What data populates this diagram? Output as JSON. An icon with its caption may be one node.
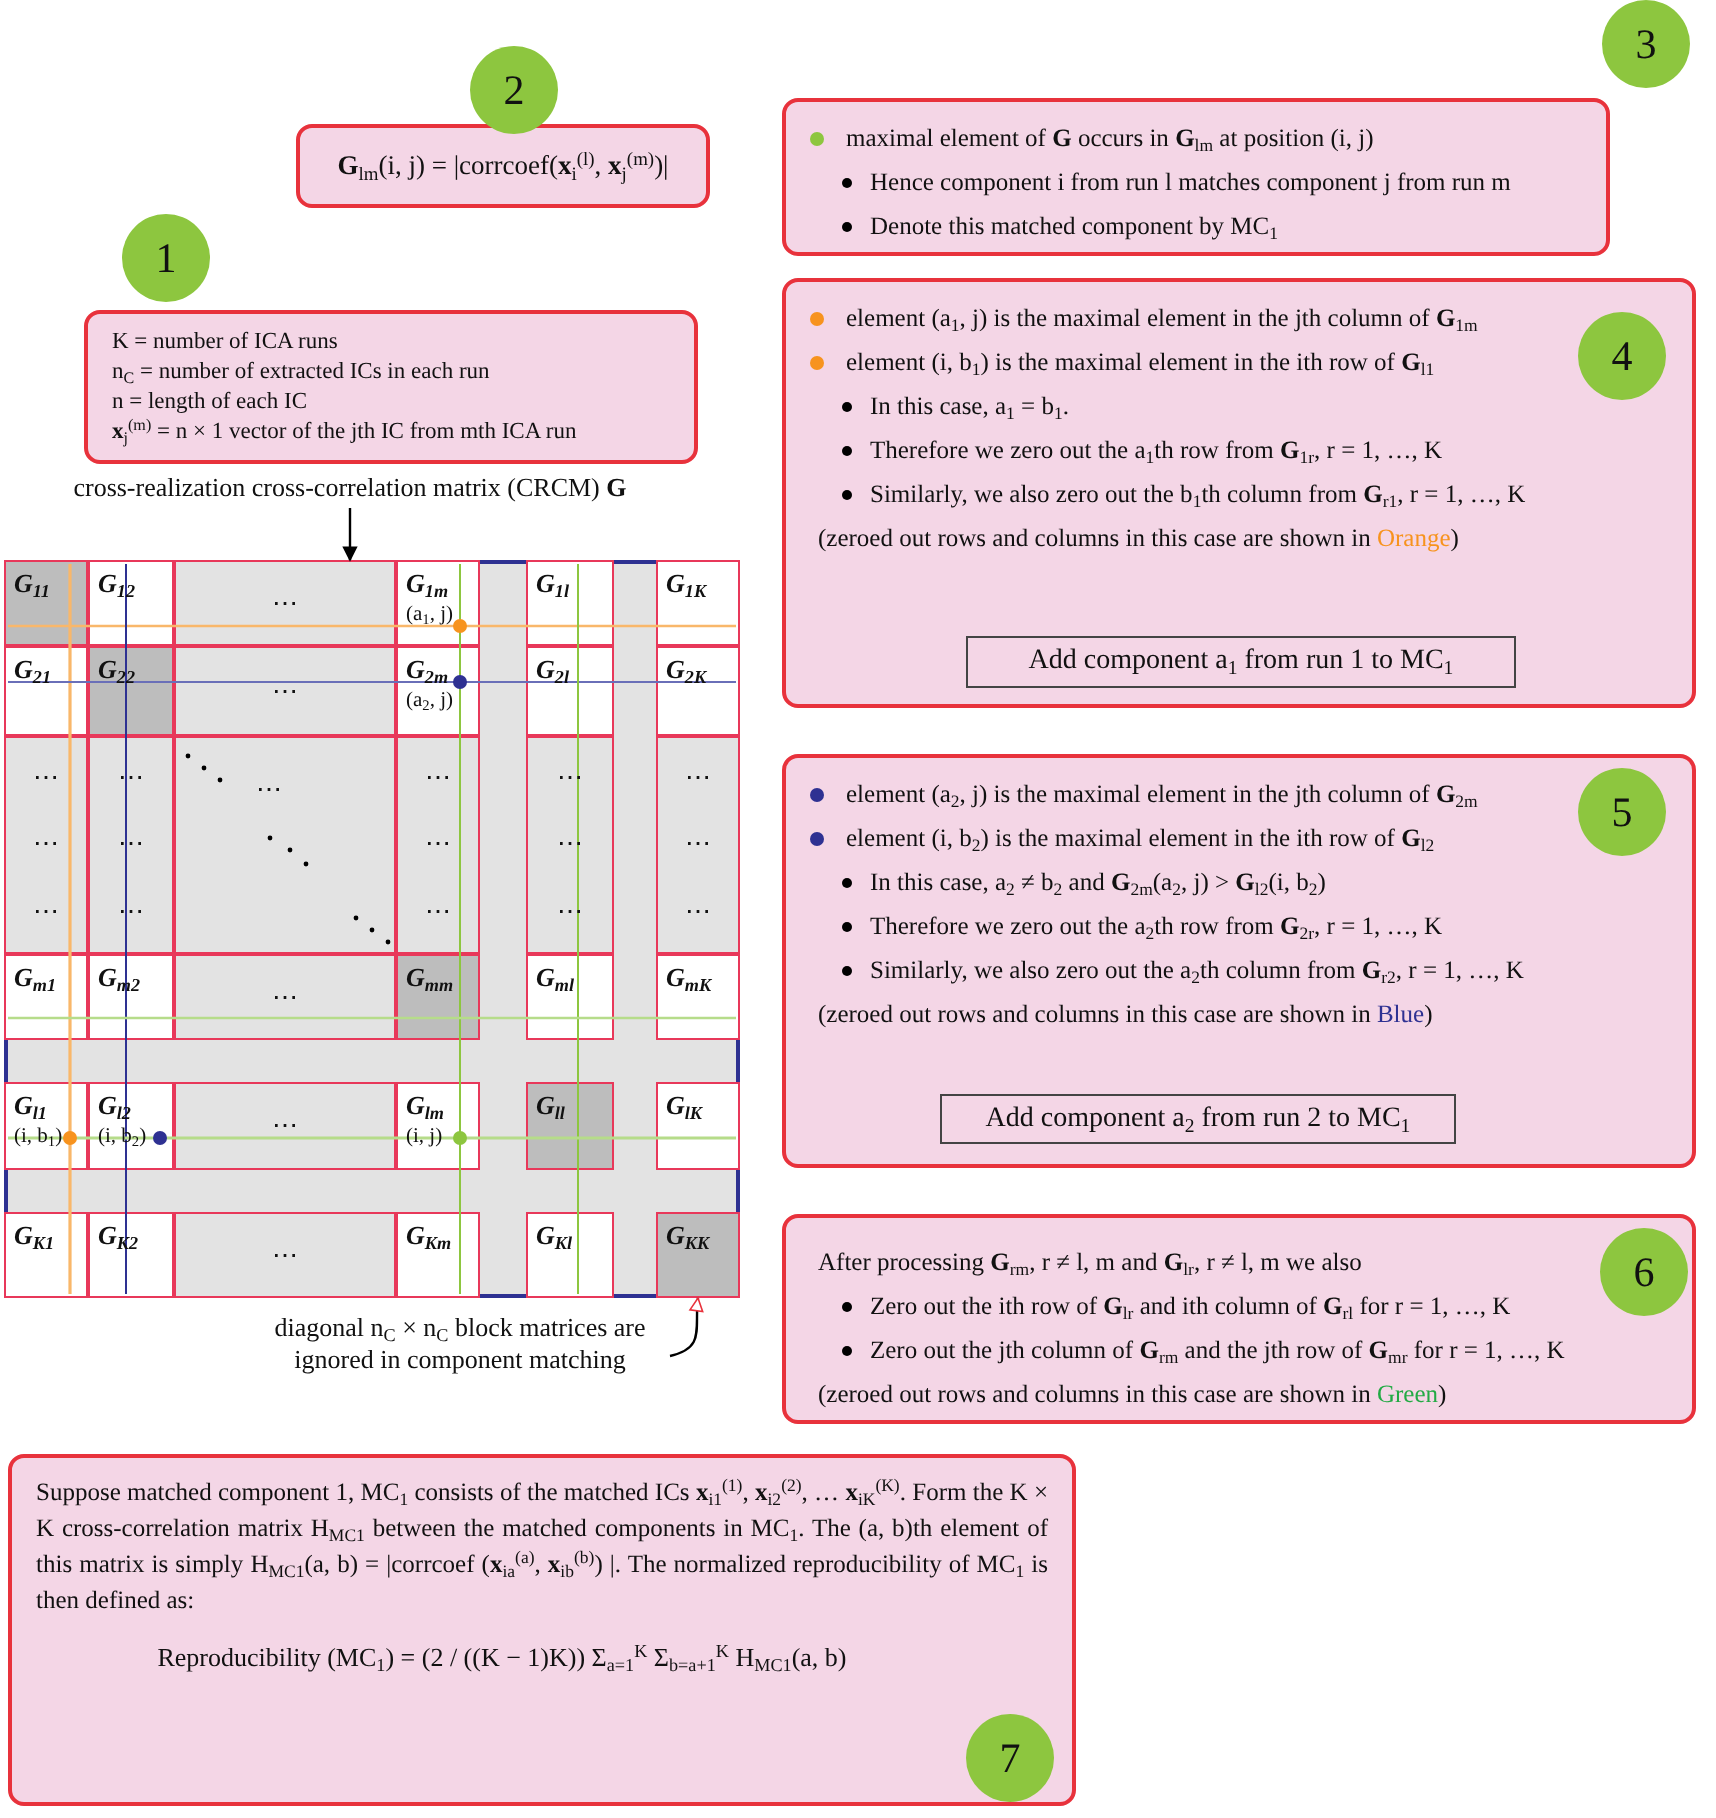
{
  "diagram": {
    "nodes": [
      {
        "text": [
          "2"
        ]
      },
      {
        "text": [
          "**G**$_{lm}$(i, j) = |corrcoef(**x**$_{i}$$^{(l)}$, **x**$_{j}$$^{(m)}$)|"
        ]
      },
      {
        "text": [
          "3"
        ]
      },
      {
        "text": [
          "maximal element of **G** occurs in **G**$_{lm}$ at position (i, j)",
          "Hence component i from run l matches component j from run m",
          "Denote this matched component by MC$_{1}$"
        ]
      },
      {
        "text": [
          "1"
        ]
      },
      {
        "text": [
          "K = number of ICA runs",
          "n$_{C}$ = number of extracted ICs in each run",
          "n = length of each IC",
          "**x**$_{j}$$^{(m)}$ = n × 1 vector of the jth IC from mth ICA run"
        ]
      },
      {
        "text": [
          "cross-realization cross-correlation matrix (CRCM) **G**"
        ]
      },
      {
        "text": [],
        "shape": "box"
      },
      {
        "text": [
          "G$_{11}$"
        ],
        "in": 7
      },
      {
        "text": [
          "G$_{12}$"
        ],
        "in": 7
      },
      {
        "text": [
          "⋯"
        ],
        "in": 7
      },
      {
        "text": [
          "G$_{1m}$",
          "(a$_{1}$, j)"
        ],
        "in": 7
      },
      {
        "text": [
          "G$_{1l}$"
        ],
        "in": 7
      },
      {
        "text": [
          "G$_{1K}$"
        ],
        "in": 7
      },
      {
        "text": [
          "G$_{21}$"
        ],
        "in": 7
      },
      {
        "text": [
          "G$_{22}$"
        ],
        "in": 7
      },
      {
        "text": [
          "⋯"
        ],
        "in": 7
      },
      {
        "text": [
          "G$_{2m}$",
          "(a$_{2}$, j)"
        ],
        "in": 7
      },
      {
        "text": [
          "G$_{2l}$"
        ],
        "in": 7
      },
      {
        "text": [
          "G$_{2K}$"
        ],
        "in": 7
      },
      {
        "text": [
          "⋯",
          "⋯",
          "⋯"
        ],
        "in": 7
      },
      {
        "text": [
          "⋯",
          "⋯",
          "⋯"
        ],
        "in": 7
      },
      {
        "text": [
          "⋯"
        ],
        "in": 7
      },
      {
        "text": [
          "⋯",
          "⋯",
          "⋯"
        ],
        "in": 7
      },
      {
        "text": [
          "⋯",
          "⋯",
          "⋯"
        ],
        "in": 7
      },
      {
        "text": [
          "⋯",
          "⋯",
          "⋯"
        ],
        "in": 7
      },
      {
        "text": [
          "G$_{m1}$"
        ],
        "in": 7
      },
      {
        "text": [
          "G$_{m2}$"
        ],
        "in": 7
      },
      {
        "text": [
          "⋯"
        ],
        "in": 7
      },
      {
        "text": [
          "G$_{mm}$"
        ],
        "in": 7
      },
      {
        "text": [
          "G$_{ml}$"
        ],
        "in": 7
      },
      {
        "text": [
          "G$_{mK}$"
        ],
        "in": 7
      },
      {
        "text": [
          "G$_{l1}$",
          "(i, b$_{1}$)"
        ],
        "in": 7
      },
      {
        "text": [
          "G$_{l2}$",
          "(i, b$_{2}$)"
        ],
        "in": 7
      },
      {
        "text": [
          "⋯"
        ],
        "in": 7
      },
      {
        "text": [
          "G$_{lm}$",
          "(i, j)"
        ],
        "in": 7
      },
      {
        "text": [
          "G$_{ll}$"
        ],
        "in": 7
      },
      {
        "text": [
          "G$_{lK}$"
        ],
        "in": 7
      },
      {
        "text": [
          "G$_{K1}$"
        ],
        "in": 7
      },
      {
        "text": [
          "G$_{K2}$"
        ],
        "in": 7
      },
      {
        "text": [
          "⋯"
        ],
        "in": 7
      },
      {
        "text": [
          "G$_{Km}$"
        ],
        "in": 7
      },
      {
        "text": [
          "G$_{Kl}$"
        ],
        "in": 7
      },
      {
        "text": [
          "G$_{KK}$"
        ],
        "in": 7
      },
      {
        "text": [
          "diagonal n$_{C}$ × n$_{C}$ block matrices are ignored in component matching"
        ]
      },
      {
        "text": [
          "element (a$_{1}$, j) is the maximal element in the jth column of **G**$_{1m}$",
          "element (i, b$_{1}$) is the maximal element in the ith row of **G**$_{l1}$",
          "In this case, a$_{1}$ = b$_{1}$.",
          "Therefore we zero out the a$_{1}$th row from **G**$_{1r}$, r = 1, …, K",
          "Similarly, we also zero out the b$_{1}$th column from **G**$_{r1}$, r = 1, …, K",
          "(zeroed out rows and columns in this case are shown in Orange)"
        ]
      },
      {
        "text": [
          "4"
        ],
        "in": 45
      },
      {
        "text": [
          "Add component a$_{1}$ from run 1 to MC$_{1}$"
        ],
        "in": 45
      },
      {
        "text": [
          "element (a$_{2}$, j) is the maximal element in the jth column of **G**$_{2m}$",
          "element (i, b$_{2}$) is the maximal element in the ith row of **G**$_{l2}$",
          "In this case, a$_{2}$ ≠ b$_{2}$ and **G**$_{2m}$(a$_{2}$, j) > **G**$_{l2}$(i, b$_{2}$)",
          "Therefore we zero out the a$_{2}$th row from **G**$_{2r}$, r = 1, …, K",
          "Similarly, we also zero out the a$_{2}$th column from **G**$_{r2}$, r = 1, …, K",
          "(zeroed out rows and columns in this case are shown in Blue)"
        ]
      },
      {
        "text": [
          "5"
        ],
        "in": 48
      },
      {
        "text": [
          "Add component a$_{2}$ from run 2 to MC$_{1}$"
        ],
        "in": 48
      },
      {
        "text": [
          "After processing **G**$_{rm}$, r ≠ l, m and **G**$_{lr}$, r ≠ l, m we also",
          "Zero out the ith row of **G**$_{lr}$ and ith column of **G**$_{rl}$ for r = 1, …, K",
          "Zero out the jth column of **G**$_{rm}$ and the jth row of **G**$_{mr}$ for r = 1, …, K",
          "(zeroed out rows and columns in this case are shown in Green)"
        ]
      },
      {
        "text": [
          "6"
        ],
        "in": 51
      },
      {
        "text": [
          "Suppose matched component 1, MC$_{1}$ consists of the matched ICs **x**$_{i1}$$^{(1)}$, **x**$_{i2}$$^{(2)}$, … **x**$_{iK}$$^{(K)}$. Form the K × K cross-correlation matrix H$_{MC1}$ between the matched components in MC$_{1}$. The (a, b)th element of this matrix is simply H$_{MC1}$(a, b) = |corrcoef (**x**$_{ia}$$^{(a)}$, **x**$_{ib}$$^{(b)}$) |. The normalized reproducibility of MC$_{1}$ is then defined as:",
          "Reproducibility (MC$_{1}$) = (2 / ((K − 1)K)) Σ$_{a=1}$$^{K}$ Σ$_{b=a+1}$$^{K}$ H$_{MC1}$(a, b)"
        ]
      },
      {
        "text": [
          "7"
        ],
        "in": 53
      }
    ],
    "edges": [
      {
        "from": 6,
        "to": 7,
        "arrow": "to"
      },
      {
        "from": 44,
        "to": 43,
        "arrow": "to"
      }
    ]
  }
}
